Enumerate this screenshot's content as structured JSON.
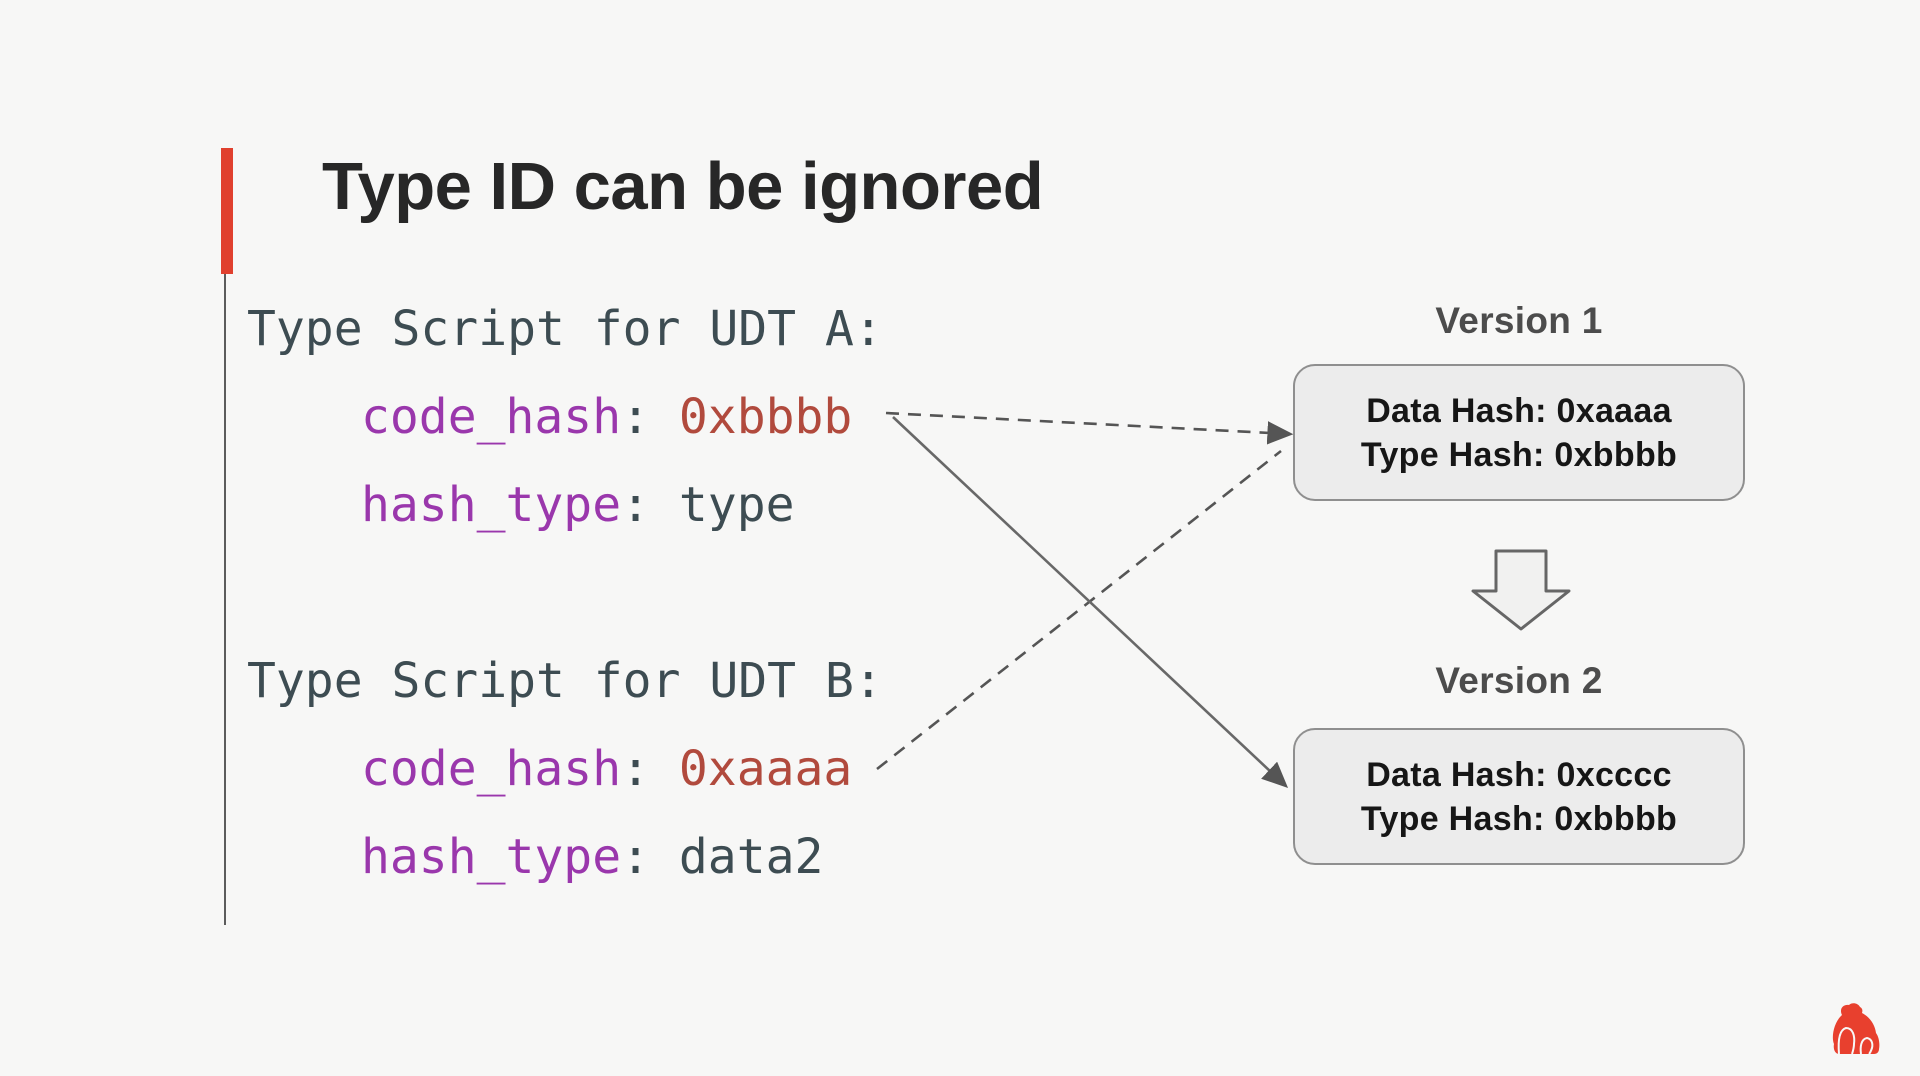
{
  "slide": {
    "title": "Type ID can be ignored"
  },
  "code_blocks": [
    {
      "heading": "Type Script for UDT A:",
      "lines": [
        {
          "key": "code_hash",
          "sep": ": ",
          "value": "0xbbbb"
        },
        {
          "key": "hash_type",
          "sep": ": ",
          "value": "type"
        }
      ]
    },
    {
      "heading": "Type Script for UDT B:",
      "lines": [
        {
          "key": "code_hash",
          "sep": ": ",
          "value": "0xaaaa"
        },
        {
          "key": "hash_type",
          "sep": ": ",
          "value": "data2"
        }
      ]
    }
  ],
  "versions": [
    {
      "label": "Version 1",
      "lines": [
        "Data Hash: 0xaaaa",
        "Type Hash: 0xbbbb"
      ]
    },
    {
      "label": "Version 2",
      "lines": [
        "Data Hash: 0xcccc",
        "Type Hash: 0xbbbb"
      ]
    }
  ],
  "icons": {
    "down_arrow": "block-down-arrow-icon",
    "brand_logo": "red-gorilla-brand-logo"
  },
  "colors": {
    "bg": "#f7f7f6",
    "accent": "#e0402e",
    "title": "#272727",
    "code": "#3d4c52",
    "purple": "#9a37ac",
    "brick": "#b14a3d",
    "box-bg": "#ececec",
    "box-border": "#8f8f8f",
    "box-text": "#161616",
    "version-label": "#4c4c4c",
    "line-gray": "#5c5c5c",
    "arrow-gray": "#666666"
  }
}
